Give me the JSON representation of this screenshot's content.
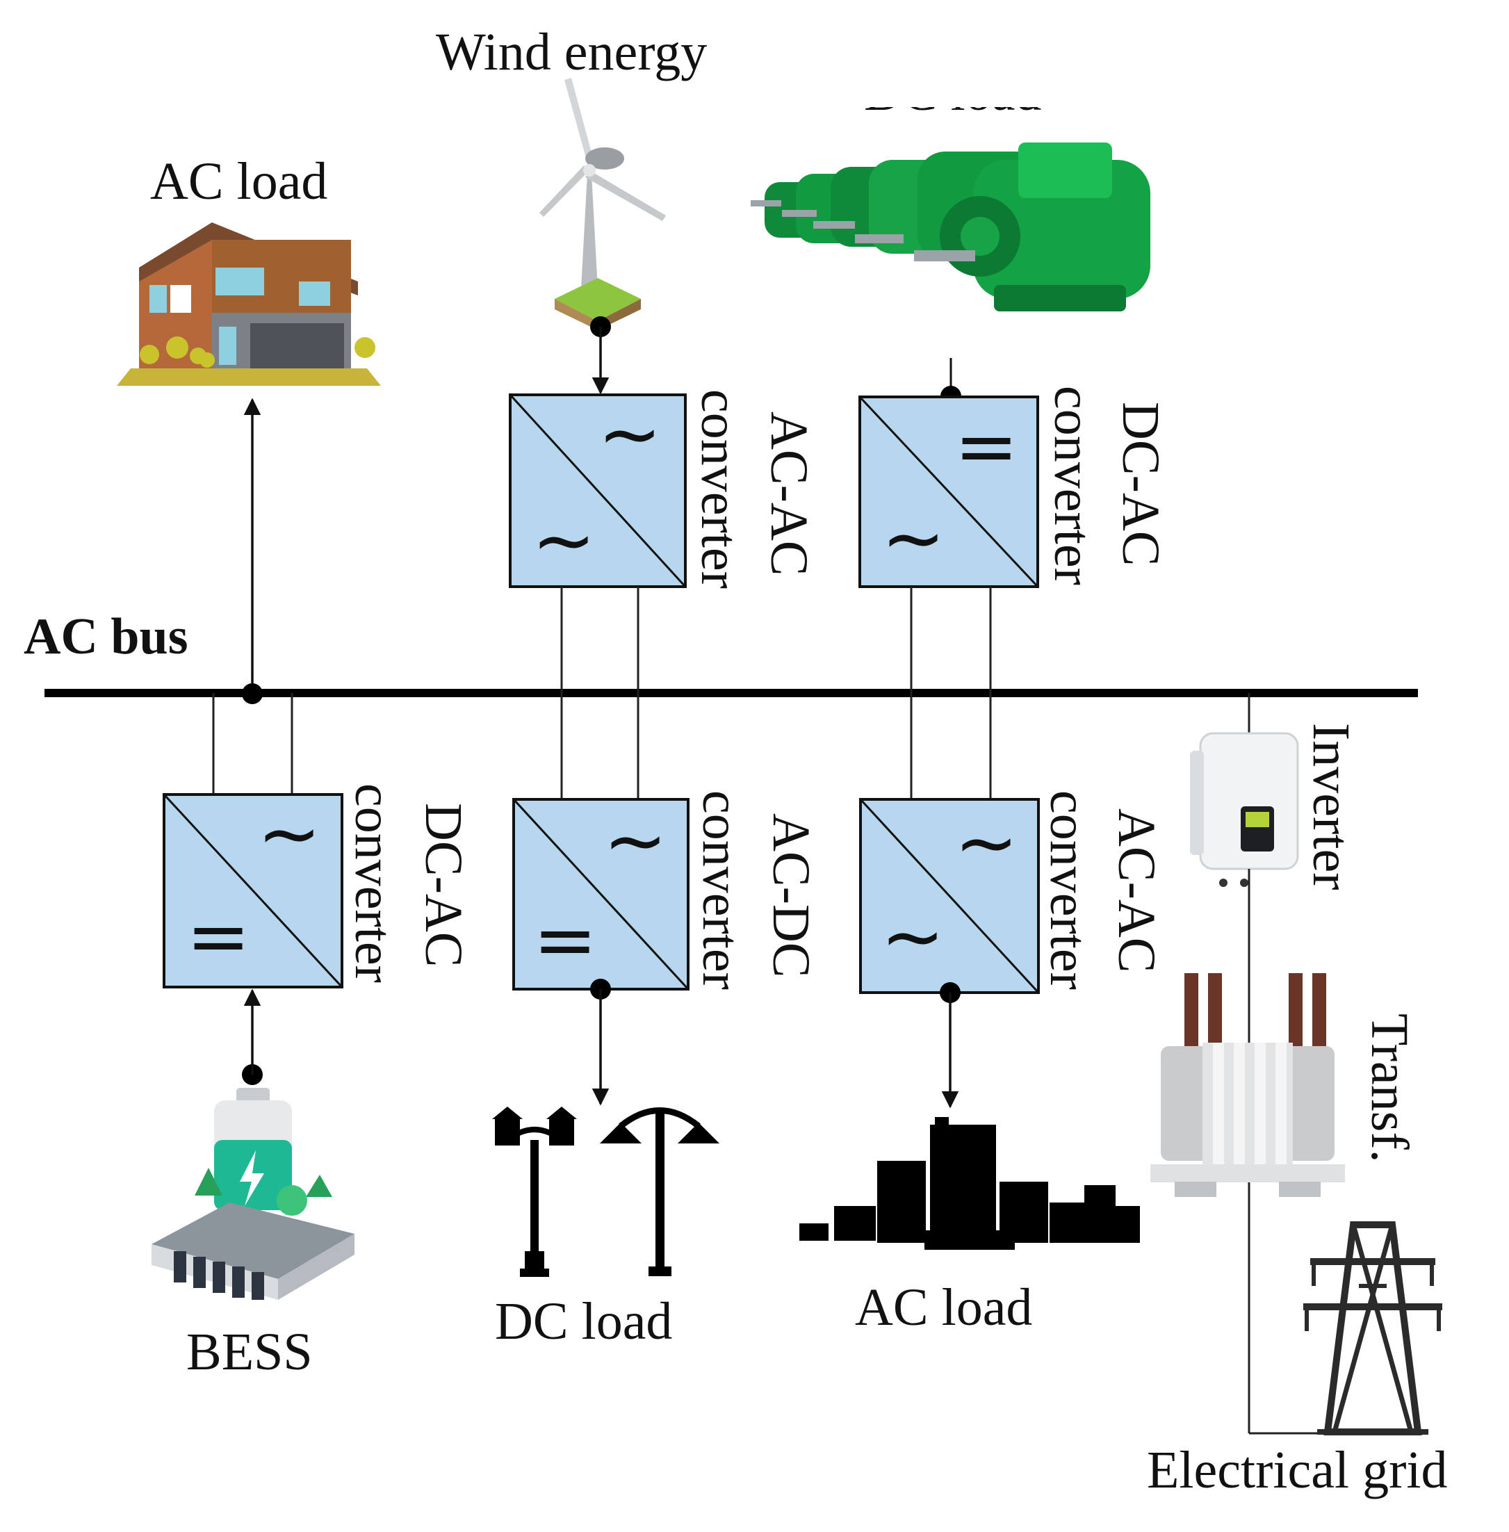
{
  "title": "",
  "bus": {
    "label": "AC bus"
  },
  "sources_loads": {
    "wind": "Wind energy",
    "dc_load_top": "DC load",
    "ac_load_top": "AC load",
    "bess": "BESS",
    "dc_load_bottom": "DC load",
    "ac_load_bottom": "AC load",
    "grid": "Electrical grid"
  },
  "converters": {
    "wind_conv": {
      "type": "AC-AC",
      "word": "converter",
      "sym_top": "~",
      "sym_bottom": "~"
    },
    "dcload_top_conv": {
      "type": "DC-AC",
      "word": "converter",
      "sym_top": "=",
      "sym_bottom": "~"
    },
    "bess_conv": {
      "type": "DC-AC",
      "word": "converter",
      "sym_top": "~",
      "sym_bottom": "="
    },
    "dcload_bottom_conv": {
      "type": "AC-DC",
      "word": "converter",
      "sym_top": "~",
      "sym_bottom": "="
    },
    "acload_bottom_conv": {
      "type": "AC-AC",
      "word": "converter",
      "sym_top": "~",
      "sym_bottom": "~"
    }
  },
  "grid_side": {
    "inverter": "Inverter",
    "transformer": "Transf."
  },
  "icons": [
    "house-icon",
    "wind-turbine-icon",
    "dc-motors-icon",
    "battery-storage-icon",
    "street-lamps-icon",
    "city-buildings-icon",
    "inverter-device-icon",
    "transformer-icon",
    "transmission-tower-icon"
  ],
  "colors": {
    "converter_fill": "#b7d7ee",
    "bus": "#000000"
  }
}
